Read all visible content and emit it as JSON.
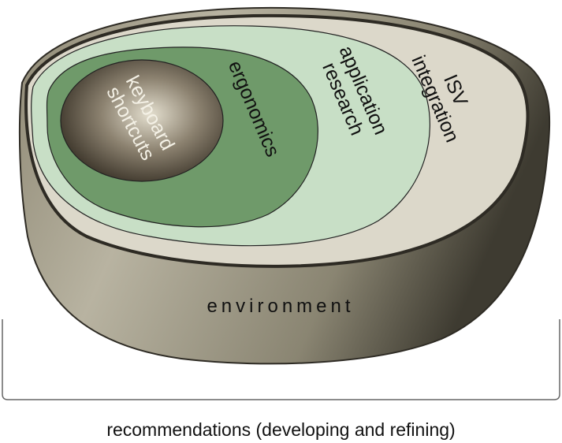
{
  "diagram": {
    "layers": [
      {
        "label": "keyboard shortcuts",
        "lines": [
          "keyboard",
          "shortcuts"
        ],
        "color": "#5a5247"
      },
      {
        "label": "ergonomics",
        "lines": [
          "ergonomics"
        ],
        "color": "#6f9a6a"
      },
      {
        "label": "application research",
        "lines": [
          "application",
          "research"
        ],
        "color": "#c8dfc6"
      },
      {
        "label": "ISV integration",
        "lines": [
          "ISV",
          "integration"
        ],
        "color": "#dcd8ca"
      },
      {
        "label": "environment",
        "lines": [
          "environment"
        ],
        "color": "#a49e8c"
      }
    ],
    "caption": "recommendations (developing and refining)"
  }
}
